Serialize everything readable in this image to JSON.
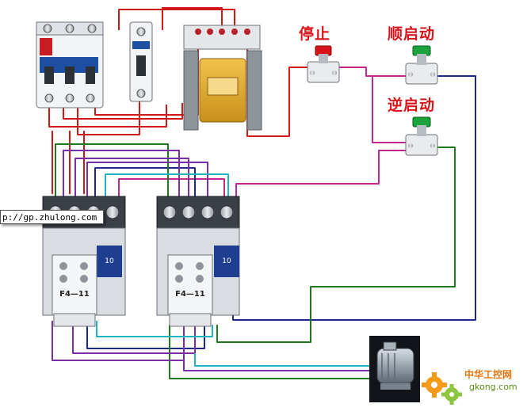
{
  "labels": {
    "stop": "停止",
    "forward_start": "顺启动",
    "reverse_start": "逆启动"
  },
  "contactor_1": {
    "rating": "10",
    "aux_block": "F4—11"
  },
  "contactor_2": {
    "rating": "10",
    "aux_block": "F4—11"
  },
  "url_tag": "p://gp.zhulong.com",
  "watermark": {
    "text_cn": "中华工控网",
    "text_en": "gkong.com"
  },
  "colors": {
    "wire_red": "#d01818",
    "wire_purple": "#7a2fa8",
    "wire_green": "#1f7a1f",
    "wire_navy": "#1c2a8c",
    "wire_cyan": "#1fb3c4",
    "wire_magenta": "#c0288f",
    "button_red": "#d8141a",
    "button_green": "#1aa33a",
    "label_red": "#d8141a"
  },
  "icons": [
    "circuit-breaker-icon",
    "single-pole-breaker-icon",
    "transformer-icon",
    "push-button-icon",
    "contactor-icon",
    "motor-icon",
    "gear-icon"
  ]
}
